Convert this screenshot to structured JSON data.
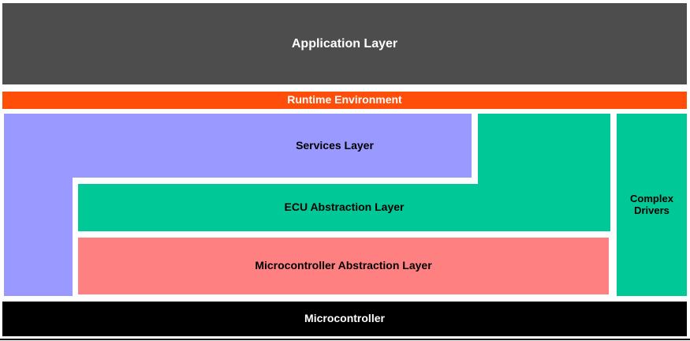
{
  "layers": {
    "application": {
      "label": "Application Layer",
      "color": "#4D4D4D",
      "text_color": "#FFFFFF"
    },
    "runtime": {
      "label": "Runtime Environment",
      "color": "#FF4E0A",
      "text_color": "#FFFFFF"
    },
    "services": {
      "label": "Services Layer",
      "color": "#9999FF",
      "text_color": "#000000"
    },
    "ecu_abstraction": {
      "label": "ECU Abstraction Layer",
      "color": "#00C896",
      "text_color": "#000000"
    },
    "microcontroller_abstraction": {
      "label": "Microcontroller Abstraction Layer",
      "color": "#FF8080",
      "text_color": "#000000"
    },
    "complex_drivers": {
      "label": "Complex Drivers",
      "color": "#00C896",
      "text_color": "#000000"
    },
    "microcontroller": {
      "label": "Microcontroller",
      "color": "#000000",
      "text_color": "#FFFFFF"
    }
  },
  "decor": {
    "bottom_rule_color": "#000000",
    "background_color": "#FFFFFF"
  }
}
